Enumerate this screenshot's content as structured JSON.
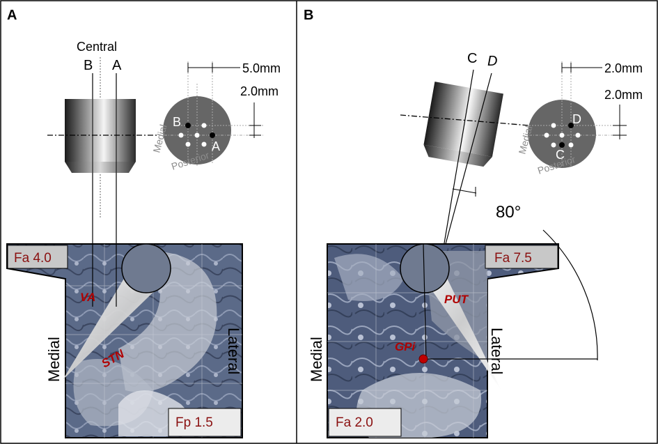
{
  "panels": [
    {
      "letter": "A",
      "central_label": "Central",
      "electrode_labels": [
        "B",
        "A"
      ],
      "spacing_top": "5.0mm",
      "spacing_bottom": "2.0mm",
      "disk_labels": [
        "B",
        "A"
      ],
      "orientation_left": "Medial",
      "orientation_bottom": "Posterior",
      "region_labels": [
        "VA",
        "STN"
      ],
      "side_left": "Medial",
      "side_right": "Lateral",
      "coord_top": "Fa 4.0",
      "coord_bottom": "Fp 1.5"
    },
    {
      "letter": "B",
      "electrode_labels": [
        "C",
        "D"
      ],
      "spacing_top": "2.0mm",
      "spacing_bottom": "2.0mm",
      "disk_labels": [
        "D",
        "C"
      ],
      "orientation_left": "Medial",
      "orientation_bottom": "Posterior",
      "angle": "80°",
      "region_labels": [
        "PUT",
        "GPi"
      ],
      "side_left": "Medial",
      "side_right": "Lateral",
      "coord_top": "Fa 7.5",
      "coord_bottom": "Fa 2.0"
    }
  ],
  "colors": {
    "disk": "#666666",
    "tissue": "#4a5a78",
    "region_label": "#b00000",
    "coord_box": "#c8c8c8",
    "coord_text": "#8a1010",
    "target_dot": "#c00000"
  }
}
